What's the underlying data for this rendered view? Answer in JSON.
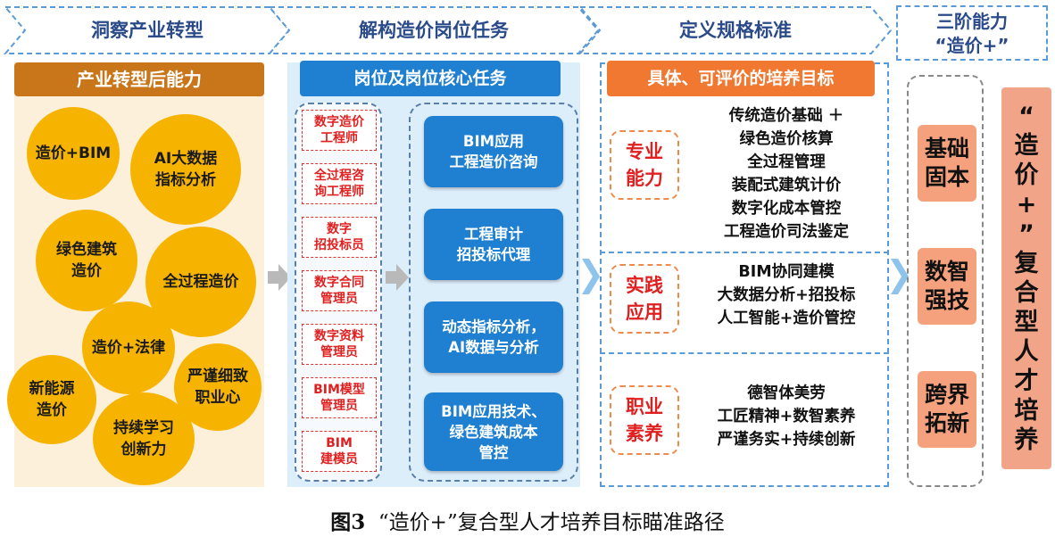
{
  "header": {
    "steps": [
      "洞察产业转型",
      "解构造价岗位任务",
      "定义规格标准"
    ],
    "right_title_line1": "三阶能力",
    "right_title_line2": "“造价+”"
  },
  "col1": {
    "title": "产业转型后能力",
    "circles": [
      "造价+BIM",
      "AI大数据\n指标分析",
      "绿色建筑\n造价",
      "全过程造价",
      "造价+法律",
      "新能源\n造价",
      "严谨细致\n职业心",
      "持续学习\n创新力"
    ]
  },
  "col2": {
    "title": "岗位及岗位核心任务",
    "roles": [
      "数字造价\n工程师",
      "全过程咨\n询工程师",
      "数字\n招投标员",
      "数字合同\n管理员",
      "数字资料\n管理员",
      "BIM模型\n管理员",
      "BIM\n建模员"
    ],
    "tasks": [
      "BIM应用\n工程造价咨询",
      "工程审计\n招投标代理",
      "动态指标分析，\nAI数据与分析",
      "BIM应用技术、\n绿色建筑成本\n管控"
    ]
  },
  "col3": {
    "title": "具体、可评价的培养目标",
    "groups": [
      {
        "label": "专业\n能力",
        "items": [
          "传统造价基础 ＋",
          "绿色造价核算",
          "全过程管理",
          "装配式建筑计价",
          "数字化成本管控",
          "工程造价司法鉴定"
        ]
      },
      {
        "label": "实践\n应用",
        "items": [
          "BIM协同建模",
          "大数据分析+招投标",
          "人工智能+造价管控"
        ]
      },
      {
        "label": "职业\n素养",
        "items": [
          "德智体美劳",
          "工匠精神+数智素养",
          "严谨务实+持续创新"
        ]
      }
    ]
  },
  "col4": {
    "abilities": [
      "基础\n固本",
      "数智\n强技",
      "跨界\n拓新"
    ],
    "banner": [
      "“",
      "造",
      "价",
      "+",
      "”",
      "复",
      "合",
      "型",
      "人",
      "才",
      "培",
      "养"
    ]
  },
  "caption": {
    "figure_no": "图3",
    "text": "“造价+”复合型人才培养目标瞄准路径"
  },
  "colors": {
    "orange_dark": "#c9761a",
    "blue": "#1f7fd0",
    "orange": "#f07830",
    "gold": "#f6b400",
    "salmon": "#f5a17e",
    "red": "#e02020"
  }
}
